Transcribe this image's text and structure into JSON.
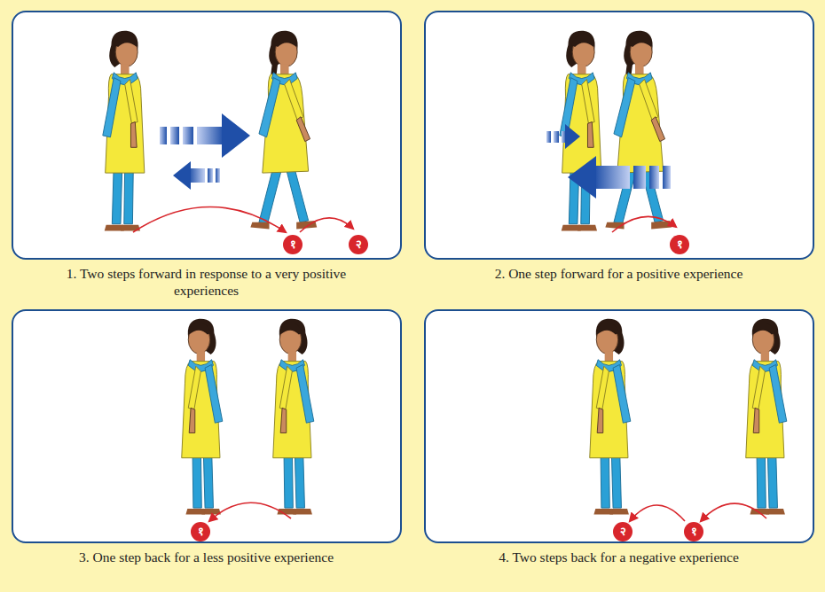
{
  "diagram": {
    "nodes": [
      {
        "text": [
          "1. Two steps forward in response to a very positive experiences"
        ]
      },
      {
        "text": [
          "2. One step forward for a positive experience"
        ]
      },
      {
        "text": [
          "3. One step back for a less positive experience"
        ]
      },
      {
        "text": [
          "4. Two steps back for a negative experience"
        ]
      }
    ],
    "labels": [
      "१",
      "२",
      "१",
      "१",
      "२",
      "१"
    ]
  }
}
